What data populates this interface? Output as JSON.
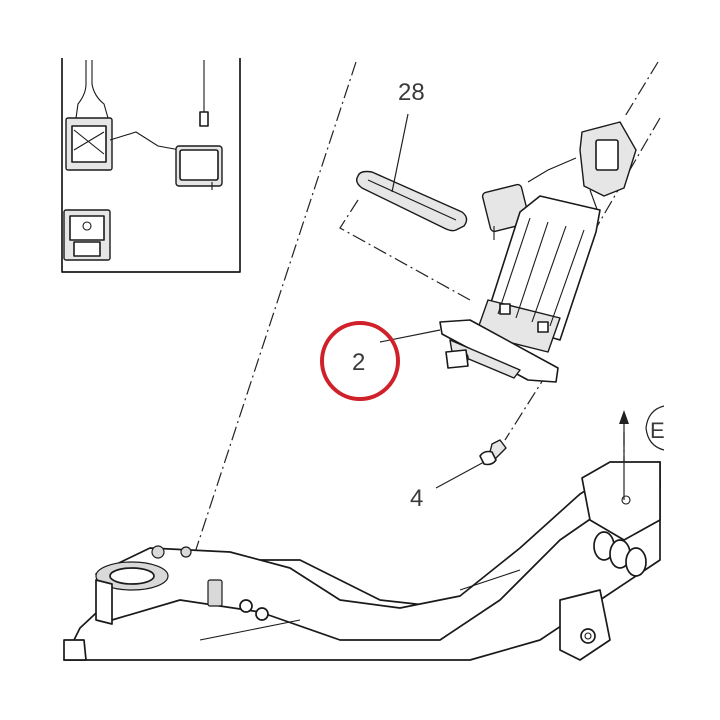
{
  "callouts": {
    "fuel_pump": "2",
    "gasket": "28",
    "screw": "4",
    "view_letter": "E"
  },
  "colors": {
    "highlight_ring": "#d0202a",
    "line": "#1a1a1a",
    "background": "#ffffff"
  }
}
